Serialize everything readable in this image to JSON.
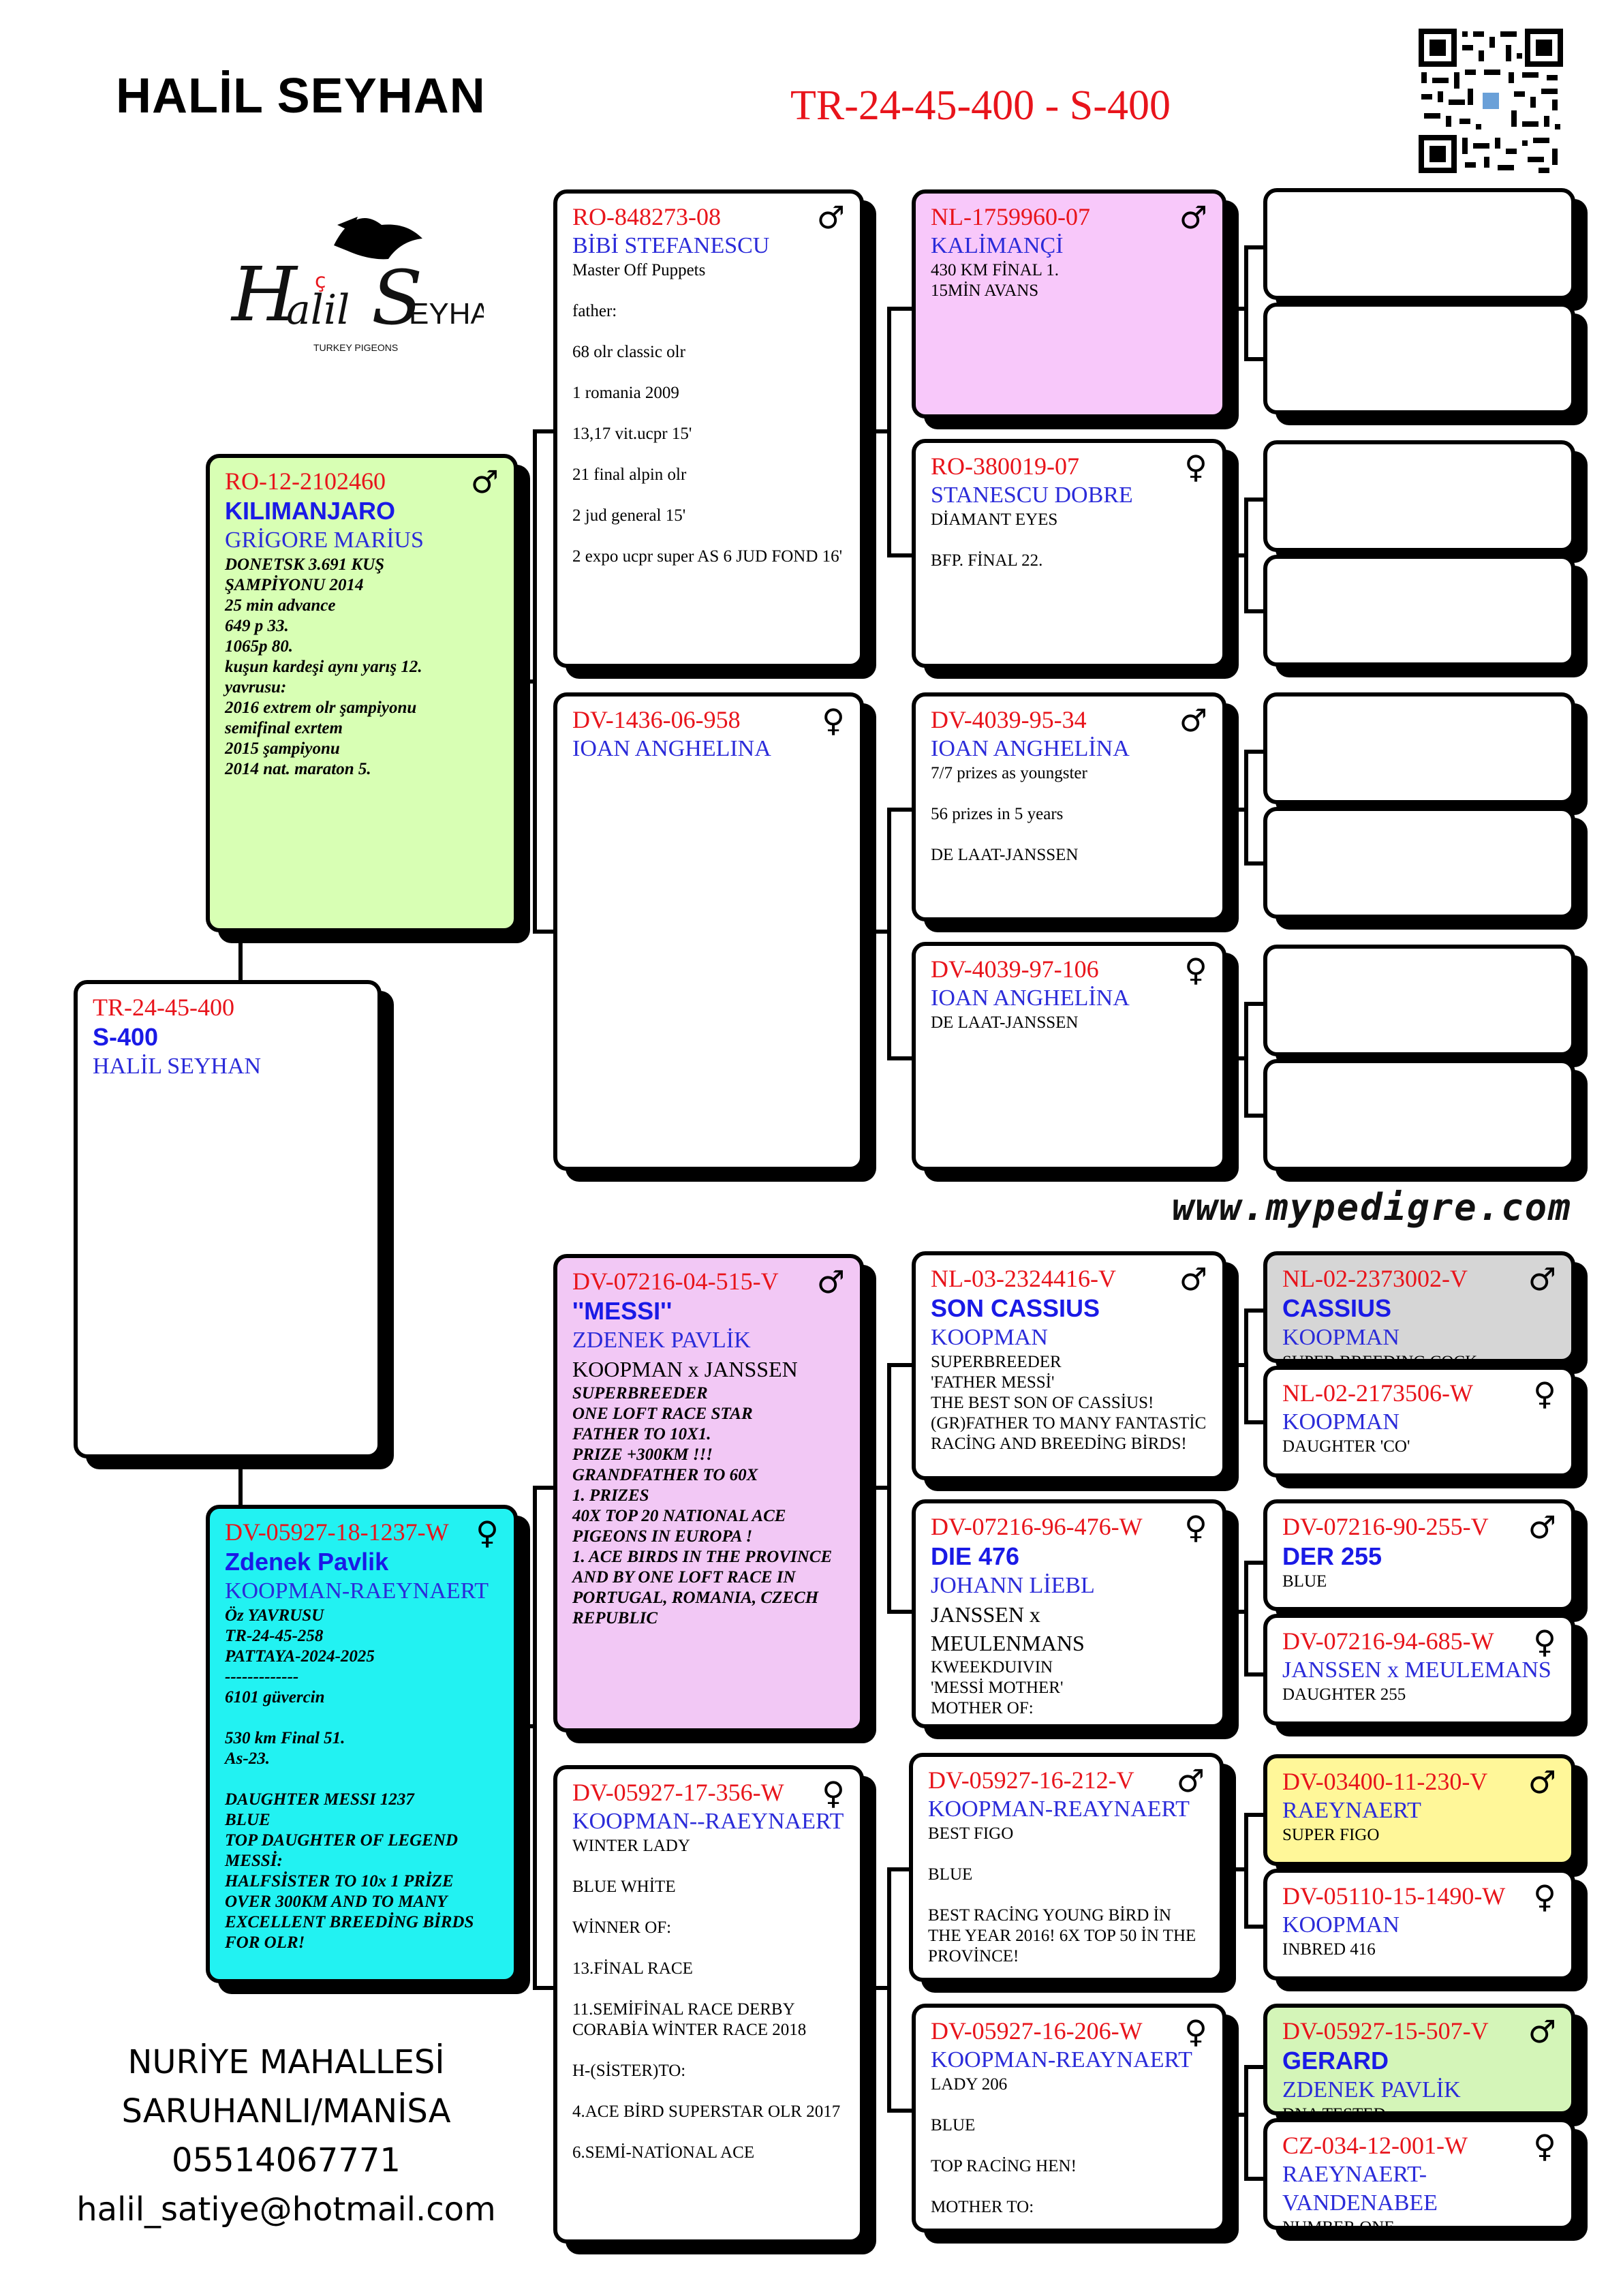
{
  "header": {
    "owner": "HALİL SEYHAN",
    "main_ring": "TR-24-45-400 - S-400",
    "website": "www.mypedigre.com",
    "logo_text": "HaLİL SEYHAN",
    "logo_sub": "TURKEY PIGEONS"
  },
  "address": {
    "line1": "NURİYE MAHALLESİ",
    "line2": "SARUHANLI/MANİSA",
    "phone": "05514067771",
    "email": "halil_satiye@hotmail.com"
  },
  "subject": {
    "ring": "TR-24-45-400",
    "name": "S-400",
    "breeder": "HALİL SEYHAN"
  },
  "sire": {
    "ring": "RO-12-2102460",
    "name": "KILIMANJARO",
    "breeder": "GRİGORE MARİUS",
    "notes": "DONETSK 3.691 KUŞ ŞAMPİYONU 2014\n25 min advance\n649 p 33.\n1065p 80.\nkuşun kardeşi aynı yarış 12.\nyavrusu:\n2016 extrem olr şampiyonu\nsemifinal exrtem\n2015 şampiyonu\n2014 nat. maraton 5."
  },
  "dam": {
    "ring": "DV-05927-18-1237-W",
    "name": "Zdenek Pavlik",
    "breeder": "KOOPMAN-RAEYNAERT",
    "notes": "Öz YAVRUSU\nTR-24-45-258\nPATTAYA-2024-2025\n-------------\n6101 güvercin\n\n530 km Final 51.\nAs-23.\n\nDAUGHTER MESSI 1237\nBLUE\nTOP DAUGHTER OF LEGEND MESSİ:\nHALFSİSTER TO 10x 1 PRİZE OVER 300KM AND TO MANY EXCELLENT BREEDİNG BİRDS FOR OLR!"
  },
  "ss": {
    "ring": "RO-848273-08",
    "breeder": "BİBİ STEFANESCU",
    "lines": [
      "Master Off Puppets",
      "father:",
      "68 olr classic olr",
      "1 romania 2009",
      "13,17 vit.ucpr 15'",
      "21 final alpin olr",
      "2 jud general 15'",
      "2 expo ucpr super AS 6 JUD FOND 16'"
    ]
  },
  "sd": {
    "ring": "DV-1436-06-958",
    "breeder": "IOAN ANGHELINA"
  },
  "ds": {
    "ring": "DV-07216-04-515-V",
    "name": "''MESSI''",
    "breeder": "ZDENEK PAVLİK",
    "cross": "KOOPMAN x JANSSEN",
    "notes": "SUPERBREEDER\nONE LOFT RACE STAR\nFATHER TO 10X1.\nPRIZE +300KM !!!\nGRANDFATHER TO 60X\n1. PRIZES\n40X TOP 20 NATIONAL ACE PIGEONS IN EUROPA !\n1. ACE BIRDS IN THE PROVINCE\nAND BY ONE LOFT RACE IN PORTUGAL, ROMANIA, CZECH REPUBLIC"
  },
  "dd": {
    "ring": "DV-05927-17-356-W",
    "breeder": "KOOPMAN--RAEYNAERT",
    "lines": [
      "WINTER LADY",
      "BLUE WHİTE",
      "WİNNER OF:",
      "13.FİNAL RACE",
      "11.SEMİFİNAL RACE DERBY CORABİA WİNTER RACE 2018",
      "H-(SİSTER)TO:",
      "4.ACE BİRD SUPERSTAR OLR 2017",
      "6.SEMİ-NATİONAL ACE"
    ]
  },
  "sss": {
    "ring": "NL-1759960-07",
    "breeder": "KALİMANÇİ",
    "lines": [
      "430 KM FİNAL 1.",
      "15MİN AVANS"
    ]
  },
  "ssd": {
    "ring": "RO-380019-07",
    "breeder": "STANESCU DOBRE",
    "lines": [
      "DİAMANT EYES",
      "BFP. FİNAL 22."
    ]
  },
  "sds": {
    "ring": "DV-4039-95-34",
    "breeder": "IOAN ANGHELİNA",
    "lines": [
      "7/7 prizes as youngster",
      "56 prizes in 5 years",
      "DE LAAT-JANSSEN"
    ]
  },
  "sdd": {
    "ring": "DV-4039-97-106",
    "breeder": "IOAN ANGHELİNA",
    "lines": [
      "DE LAAT-JANSSEN"
    ]
  },
  "dss": {
    "ring": "NL-03-2324416-V",
    "name": "SON CASSIUS",
    "breeder": "KOOPMAN",
    "notes": "SUPERBREEDER\n'FATHER MESSİ'\nTHE BEST SON OF CASSİUS!\n(GR)FATHER TO MANY FANTASTİC RACİNG AND BREEDİNG BİRDS!"
  },
  "dsd": {
    "ring": "DV-07216-96-476-W",
    "name": "DIE 476",
    "breeder": "JOHANN LİEBL",
    "cross": "JANSSEN x MEULENMANS",
    "notes": "KWEEKDUIVIN\n'MESSİ MOTHER'\nMOTHER OF:"
  },
  "dds": {
    "ring": "DV-05927-16-212-V",
    "breeder": "KOOPMAN-REAYNAERT",
    "lines": [
      "BEST FIGO",
      "BLUE",
      "BEST RACİNG YOUNG BİRD İN THE YEAR 2016! 6X TOP 50 İN THE PROVİNCE!"
    ]
  },
  "ddd": {
    "ring": "DV-05927-16-206-W",
    "breeder": "KOOPMAN-REAYNAERT",
    "lines": [
      "LADY 206",
      "BLUE",
      "TOP RACİNG HEN!",
      "MOTHER TO:"
    ]
  },
  "dsss": {
    "ring": "NL-02-2373002-V",
    "name": "CASSIUS",
    "breeder": "KOOPMAN",
    "extra": "SUPER BREEDING COCK"
  },
  "dssd": {
    "ring": "NL-02-2173506-W",
    "breeder": "KOOPMAN",
    "extra": "DAUGHTER 'CO'"
  },
  "dsds": {
    "ring": "DV-07216-90-255-V",
    "name": "DER 255",
    "extra": "BLUE"
  },
  "dsdd": {
    "ring": "DV-07216-94-685-W",
    "breeder": "JANSSEN x MEULEMANS",
    "extra": "DAUGHTER 255"
  },
  "ddss": {
    "ring": "DV-03400-11-230-V",
    "breeder": "RAEYNAERT",
    "extra": "SUPER FIGO"
  },
  "ddsd": {
    "ring": "DV-05110-15-1490-W",
    "breeder": "KOOPMAN",
    "extra": "INBRED 416"
  },
  "ddds": {
    "ring": "DV-05927-15-507-V",
    "name": "GERARD",
    "breeder": "ZDENEK PAVLİK",
    "extra": "DNA TESTED"
  },
  "dddd": {
    "ring": "CZ-034-12-001-W",
    "breeder": "RAEYNAERT-VANDENABEE",
    "extra": "NUMBER ONE"
  },
  "symbols": {
    "male": "♂",
    "female": "♀"
  },
  "colors": {
    "ring_red": "#e8141b",
    "name_blue": "#1a1ae6",
    "sire_bg": "#d8ffb4",
    "dam_bg": "#22f2f2",
    "messi_bg": "#f2c8f5",
    "kalimanci_bg": "#f8c8fa",
    "cassius_bg": "#d6d6d6",
    "figo_bg": "#fff799",
    "gerard_bg": "#d4f5b8"
  }
}
